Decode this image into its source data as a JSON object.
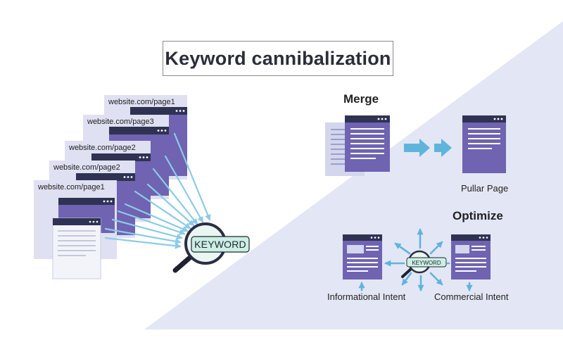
{
  "title": "Keyword cannibalization",
  "pages": [
    {
      "url": "website.com/page1"
    },
    {
      "url": "website.com/page3"
    },
    {
      "url": "website.com/page2"
    },
    {
      "url": "website.com/page2"
    },
    {
      "url": "website.com/page1"
    }
  ],
  "keyword_label": "KEYWORD",
  "merge": {
    "heading": "Merge",
    "result_caption": "Pullar Page"
  },
  "optimize": {
    "heading": "Optimize",
    "keyword_label": "KEYWORD",
    "left_caption": "Informational Intent",
    "right_caption": "Commercial Intent"
  },
  "colors": {
    "panel_bg": "#e3e6f4",
    "window_bar": "#2f3252",
    "window_body": "#6f63b2",
    "ghost_page": "#c9cde8",
    "arrow": "#8ccbe6",
    "keyword_fill": "#cdeee2"
  },
  "icons": [
    "magnifier-icon",
    "arrow-icon",
    "window-dots-icon"
  ]
}
